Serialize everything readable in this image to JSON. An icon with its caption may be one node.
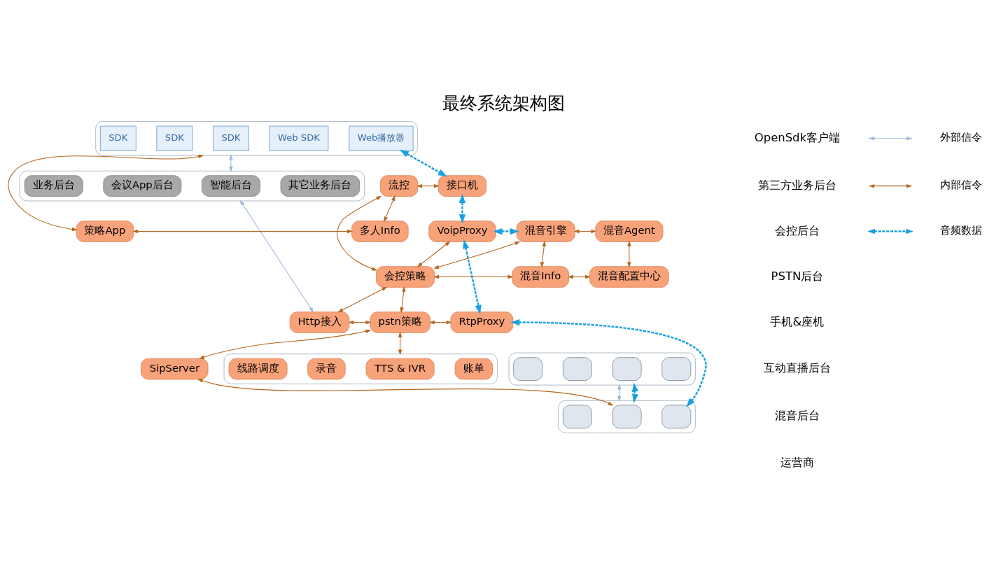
{
  "diagram": {
    "title": "最终系统架构图",
    "nodes": [
      {
        "text": [],
        "shape": "box"
      },
      {
        "text": [
          "SDK"
        ],
        "in": 0
      },
      {
        "text": [
          "SDK"
        ],
        "in": 0
      },
      {
        "text": [
          "SDK"
        ],
        "in": 0
      },
      {
        "text": [
          "Web SDK"
        ],
        "in": 0
      },
      {
        "text": [
          "Web播放器"
        ],
        "in": 0
      },
      {
        "text": [],
        "shape": "box"
      },
      {
        "text": [
          "业务后台"
        ],
        "in": 6
      },
      {
        "text": [
          "会议App后台"
        ],
        "in": 6
      },
      {
        "text": [
          "智能后台"
        ],
        "in": 6
      },
      {
        "text": [
          "其它业务后台"
        ],
        "in": 6
      },
      {
        "text": [
          "策略App"
        ]
      },
      {
        "text": [
          "多人Info"
        ]
      },
      {
        "text": [
          "流控"
        ]
      },
      {
        "text": [
          "接口机"
        ]
      },
      {
        "text": [
          "VoipProxy"
        ]
      },
      {
        "text": [
          "混音引擎"
        ]
      },
      {
        "text": [
          "混音Agent"
        ]
      },
      {
        "text": [
          "会控策略"
        ]
      },
      {
        "text": [
          "混音Info"
        ]
      },
      {
        "text": [
          "混音配置中心"
        ]
      },
      {
        "text": [
          "Http接入"
        ]
      },
      {
        "text": [
          "pstn策略"
        ]
      },
      {
        "text": [
          "RtpProxy"
        ]
      },
      {
        "text": [],
        "shape": "box"
      },
      {
        "text": [
          "线路调度"
        ],
        "in": 24
      },
      {
        "text": [
          "录音"
        ],
        "in": 24
      },
      {
        "text": [
          "TTS & IVR"
        ],
        "in": 24
      },
      {
        "text": [
          "账单"
        ],
        "in": 24
      },
      {
        "text": [
          "SipServer"
        ]
      },
      {
        "text": [],
        "shape": "box"
      },
      {
        "text": [],
        "shape": "box",
        "in": 30
      },
      {
        "text": [],
        "shape": "box",
        "in": 30
      },
      {
        "text": [],
        "shape": "box",
        "in": 30
      },
      {
        "text": [],
        "shape": "box",
        "in": 30
      },
      {
        "text": [],
        "shape": "box"
      },
      {
        "text": [],
        "shape": "box",
        "in": 35
      },
      {
        "text": [],
        "shape": "box",
        "in": 35
      },
      {
        "text": [],
        "shape": "box",
        "in": 35
      }
    ],
    "edges": [
      {
        "from": 0,
        "to": 6,
        "arrow": "both",
        "color": "#9ab8d8"
      },
      {
        "from": 0,
        "to": 11,
        "arrow": "both"
      },
      {
        "from": 5,
        "to": 14,
        "arrow": "both",
        "style": "dashed",
        "color": "#1aa0e0"
      },
      {
        "from": 11,
        "to": 12,
        "arrow": "both"
      },
      {
        "from": 13,
        "to": 12,
        "arrow": "both"
      },
      {
        "from": 13,
        "to": 14,
        "arrow": "both"
      },
      {
        "from": 13,
        "to": 18,
        "arrow": "both"
      },
      {
        "from": 14,
        "to": 15,
        "arrow": "both",
        "style": "dashed",
        "color": "#1aa0e0"
      },
      {
        "from": 18,
        "to": 15,
        "arrow": "both"
      },
      {
        "from": 15,
        "to": 16,
        "arrow": "both",
        "style": "dashed",
        "color": "#1aa0e0"
      },
      {
        "from": 16,
        "to": 18,
        "arrow": "both"
      },
      {
        "from": 16,
        "to": 17,
        "arrow": "both"
      },
      {
        "from": 16,
        "to": 19,
        "arrow": "both"
      },
      {
        "from": 18,
        "to": 19,
        "arrow": "both"
      },
      {
        "from": 19,
        "to": 20,
        "arrow": "both"
      },
      {
        "from": 17,
        "to": 20,
        "arrow": "both"
      },
      {
        "from": 15,
        "to": 23,
        "arrow": "both",
        "style": "dashed",
        "color": "#1aa0e0"
      },
      {
        "from": 6,
        "to": 21,
        "arrow": "both",
        "color": "#9ab8d8"
      },
      {
        "from": 18,
        "to": 21,
        "arrow": "both"
      },
      {
        "from": 18,
        "to": 22,
        "arrow": "both"
      },
      {
        "from": 21,
        "to": 22,
        "arrow": "both"
      },
      {
        "from": 22,
        "to": 24,
        "arrow": "both"
      },
      {
        "from": 22,
        "to": 23,
        "arrow": "both"
      },
      {
        "from": 22,
        "to": 29,
        "arrow": "both"
      },
      {
        "from": 29,
        "to": 37,
        "arrow": "both"
      },
      {
        "from": 23,
        "to": 38,
        "arrow": "both",
        "style": "dashed",
        "color": "#1aa0e0"
      },
      {
        "from": 30,
        "to": 35,
        "arrow": "both",
        "color": "#9ab8d8"
      },
      {
        "from": 30,
        "to": 35,
        "arrow": "both",
        "style": "dashed",
        "color": "#1aa0e0"
      }
    ],
    "labels": [
      "OpenSdk客户端",
      "第三方业务后台",
      "会控后台",
      "PSTN后台",
      "手机&座机",
      "互动直播后台",
      "混音后台",
      "运营商"
    ],
    "legend": [
      {
        "text": "外部信令"
      },
      {
        "text": "内部信令"
      },
      {
        "text": "音频数据"
      }
    ]
  }
}
